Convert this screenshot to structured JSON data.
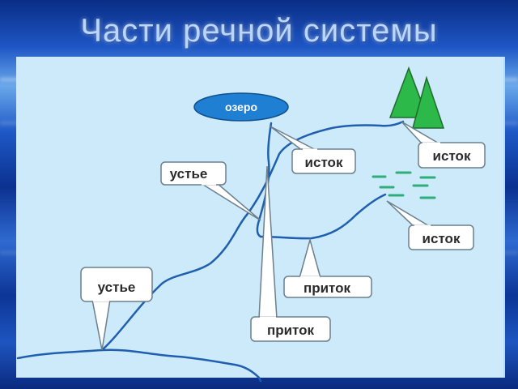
{
  "title": "Части речной системы",
  "lake": {
    "label": "озеро",
    "fill": "#1f7fd2"
  },
  "labels": {
    "source_top_left": "исток",
    "source_top_right": "исток",
    "source_right": "исток",
    "mouth_upper": "устье",
    "mouth_lower": "устье",
    "tributary_right": "приток",
    "tributary_bottom": "приток"
  },
  "colors": {
    "river": "#1f5fae",
    "panel": "#cdeafb",
    "tree": "#2db84a",
    "marsh": "#2fae7a",
    "callout_border": "#6b7f8c"
  },
  "icons": [
    "tree-icon",
    "marsh-icon"
  ]
}
